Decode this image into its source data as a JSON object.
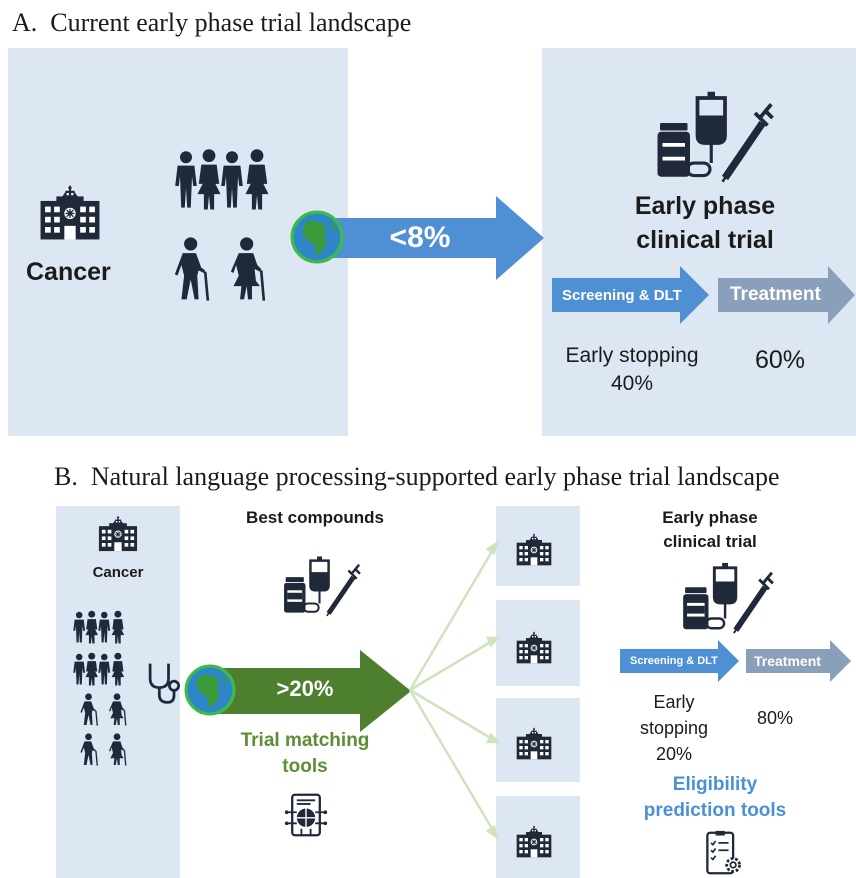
{
  "colors": {
    "panel": "#dde7f3",
    "blue_arrow": "#4f8fd3",
    "green_arrow": "#4d7f2e",
    "grey_arrow": "#8a9fb9",
    "globe_ring": "#3dbb4a",
    "highlight_blue": "#4a90d9",
    "trial_green": "#5b8e35",
    "fan_lines": "#cfe3bf",
    "icon_dark": "#20293a"
  },
  "icons": {
    "hospital": "hospital-icon",
    "people": "people-icon",
    "elderly": "elderly-people-icon",
    "globe": "globe-icon",
    "drugs": "drug-bag-syringe-icon",
    "stethoscope": "stethoscope-icon",
    "ai_document": "ai-document-icon",
    "checklist": "checklist-gear-icon"
  },
  "section_a": {
    "title": "A.  Current early phase trial landscape",
    "cancer_label": "Cancer",
    "arrow_value": "<8%",
    "trial_title_line1": "Early phase",
    "trial_title_line2": "clinical trial",
    "screening_label": "Screening & DLT",
    "treatment_label": "Treatment",
    "early_stopping_label": "Early stopping",
    "early_stopping_value": "40%",
    "treatment_value": "60%"
  },
  "section_b": {
    "title": "B.  Natural language processing-supported early phase trial landscape",
    "cancer_label": "Cancer",
    "best_compounds": "Best compounds",
    "arrow_value": ">20%",
    "trial_matching_line1": "Trial matching",
    "trial_matching_line2": "tools",
    "trial_title_line1": "Early phase",
    "trial_title_line2": "clinical trial",
    "screening_label": "Screening & DLT",
    "treatment_label": "Treatment",
    "early_line1": "Early",
    "early_line2": "stopping",
    "early_value": "20%",
    "treatment_value": "80%",
    "eligibility_line1": "Eligibility",
    "eligibility_line2": "prediction tools"
  }
}
